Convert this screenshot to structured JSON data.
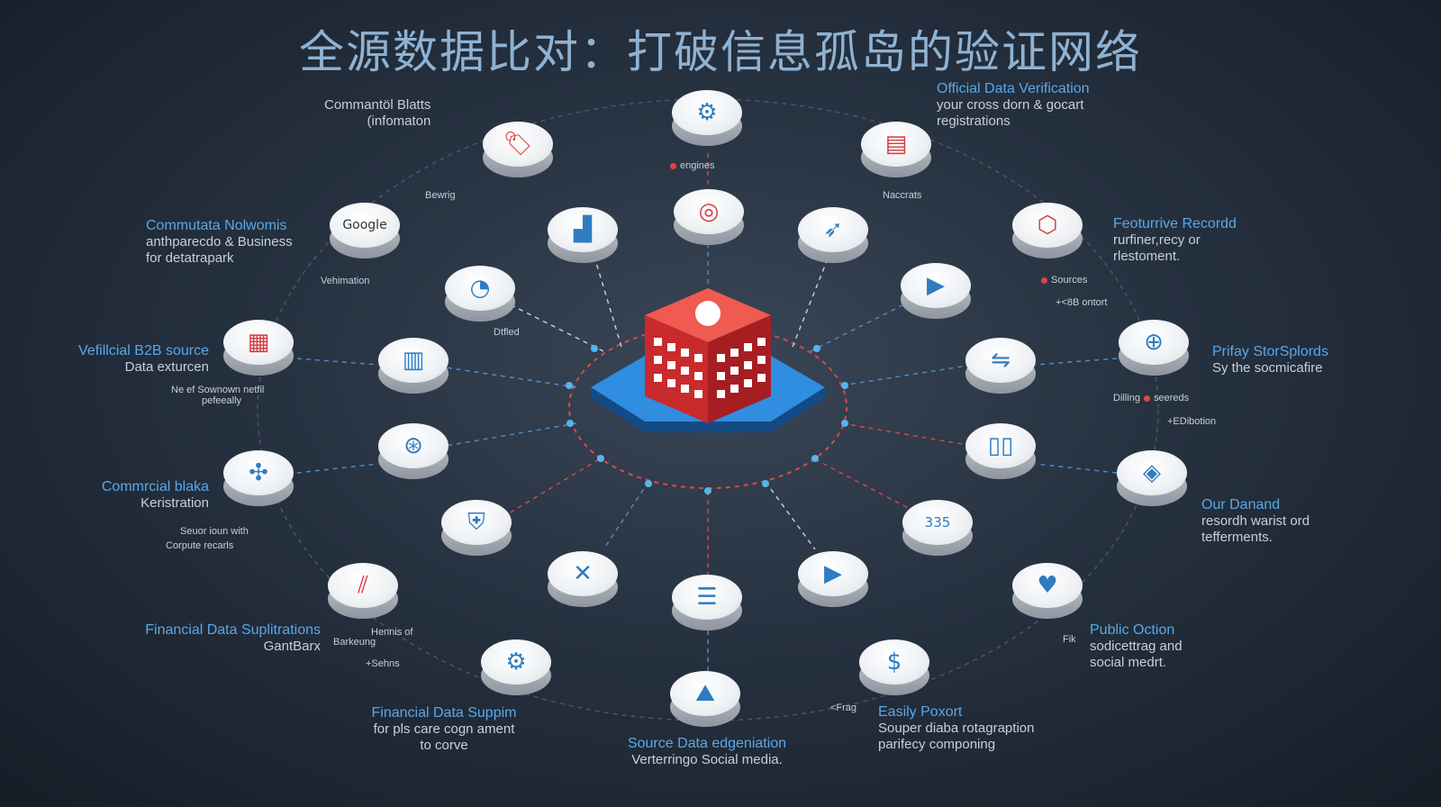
{
  "title": "全源数据比对：打破信息孤岛的验证网络",
  "colors": {
    "accent_blue": "#2f7cc2",
    "accent_red": "#d8393b",
    "label_blue": "#5aa8e6",
    "background": "#263140"
  },
  "labels": {
    "tl_commercial": {
      "line1": "Commantöl Blatts",
      "line2": "(infomaton"
    },
    "official": {
      "heading": "Official Data Verification",
      "line1": "your cross dorn & gocart",
      "line2": "registrations"
    },
    "commutata": {
      "heading": "Commutata Nolwomis",
      "line1": "anthparecdo & Business",
      "line2": "for detatrapark"
    },
    "feotur": {
      "heading": "Feoturrive Recordd",
      "line1": "rurfiner,recy or",
      "line2": "rlestoment."
    },
    "vehicle": {
      "heading": "Vefillcial B2B source",
      "line1": "Data exturcen"
    },
    "prifay": {
      "heading": "Prifay StorSplords",
      "line1": "Sy the socmicafire"
    },
    "commercial_blaka": {
      "heading": "Commrcial blaka",
      "line1": "Keristration"
    },
    "our_danand": {
      "heading": "Our Danand",
      "line1": "resordh warist ord",
      "line2": "tefferments."
    },
    "fin_sup": {
      "heading": "Financial Data Suplitrations",
      "line1": "GantBarx"
    },
    "public": {
      "heading": "Public Oction",
      "line1": "sodicettrag and",
      "line2": "social medrt."
    },
    "fin_supp2": {
      "heading": "Financial Data Suppim",
      "line1": "for pls care cogn ament",
      "line2": "to corve"
    },
    "source": {
      "heading": "Source Data edgeniation",
      "line1": "Verterringo Social media."
    },
    "easily": {
      "heading": "Easily Poxort",
      "line1": "Souper diaba rotagraption",
      "line2": "parifecy componing"
    }
  },
  "small_labels": {
    "engines": "engines",
    "nacdrats": "Naccrats",
    "sources": "Sources",
    "ontort": "+<8B ontort",
    "bewrig": "Bewrig",
    "vehimation": "Vehimation",
    "dilling": "Dilling",
    "seereds": "seereds",
    "edibotion": "+EDibotion",
    "dtfled": "Dtfled",
    "own_netfil": "Ne ef Sownown netfil",
    "pefeeally": "pefeeally",
    "corpute": "Corpute recarls",
    "seuor": "Seuor ioun with",
    "barkeung": "Barkeung",
    "hennis": "Hennis of",
    "sehne": "+Sehns",
    "fik": "Fik",
    "frag": "<Frag",
    "google": "Google"
  },
  "nodes": [
    {
      "id": "top-gear",
      "icon": "gear-icon",
      "tone": "blue"
    },
    {
      "id": "tl-tag",
      "icon": "tag-icon",
      "tone": "red"
    },
    {
      "id": "tr-server",
      "icon": "server-icon",
      "tone": "red"
    },
    {
      "id": "google",
      "icon": "google-logo",
      "tone": "dark"
    },
    {
      "id": "bar-chart",
      "icon": "bar-chart-icon",
      "tone": "blue"
    },
    {
      "id": "target",
      "icon": "target-icon",
      "tone": "red"
    },
    {
      "id": "rocket",
      "icon": "rocket-icon",
      "tone": "blue"
    },
    {
      "id": "cube",
      "icon": "cube-icon",
      "tone": "red"
    },
    {
      "id": "gauge",
      "icon": "gauge-icon",
      "tone": "blue"
    },
    {
      "id": "video",
      "icon": "video-icon",
      "tone": "blue"
    },
    {
      "id": "card",
      "icon": "card-icon",
      "tone": "red"
    },
    {
      "id": "table",
      "icon": "table-icon",
      "tone": "blue"
    },
    {
      "id": "handshake",
      "icon": "handshake-icon",
      "tone": "blue"
    },
    {
      "id": "globe",
      "icon": "globe-icon",
      "tone": "blue"
    },
    {
      "id": "target2",
      "icon": "crosshair-icon",
      "tone": "blue"
    },
    {
      "id": "globe2",
      "icon": "globe-icon",
      "tone": "blue"
    },
    {
      "id": "books",
      "icon": "books-icon",
      "tone": "blue"
    },
    {
      "id": "compass",
      "icon": "compass-icon",
      "tone": "blue"
    },
    {
      "id": "chip",
      "icon": "chip-icon",
      "tone": "blue"
    },
    {
      "id": "shield",
      "icon": "shield-icon",
      "tone": "blue"
    },
    {
      "id": "ruler",
      "icon": "ruler-icon",
      "tone": "red"
    },
    {
      "id": "cross",
      "icon": "cross-icon",
      "tone": "blue"
    },
    {
      "id": "doc",
      "icon": "document-icon",
      "tone": "blue"
    },
    {
      "id": "play",
      "icon": "play-icon",
      "tone": "blue"
    },
    {
      "id": "counter",
      "icon": "counter-icon",
      "tone": "blue"
    },
    {
      "id": "heart",
      "icon": "heart-icon",
      "tone": "blue"
    },
    {
      "id": "settings",
      "icon": "gear-icon",
      "tone": "blue"
    },
    {
      "id": "image",
      "icon": "image-icon",
      "tone": "blue"
    },
    {
      "id": "dollar",
      "icon": "dollar-icon",
      "tone": "blue"
    }
  ],
  "counter_text": "335"
}
